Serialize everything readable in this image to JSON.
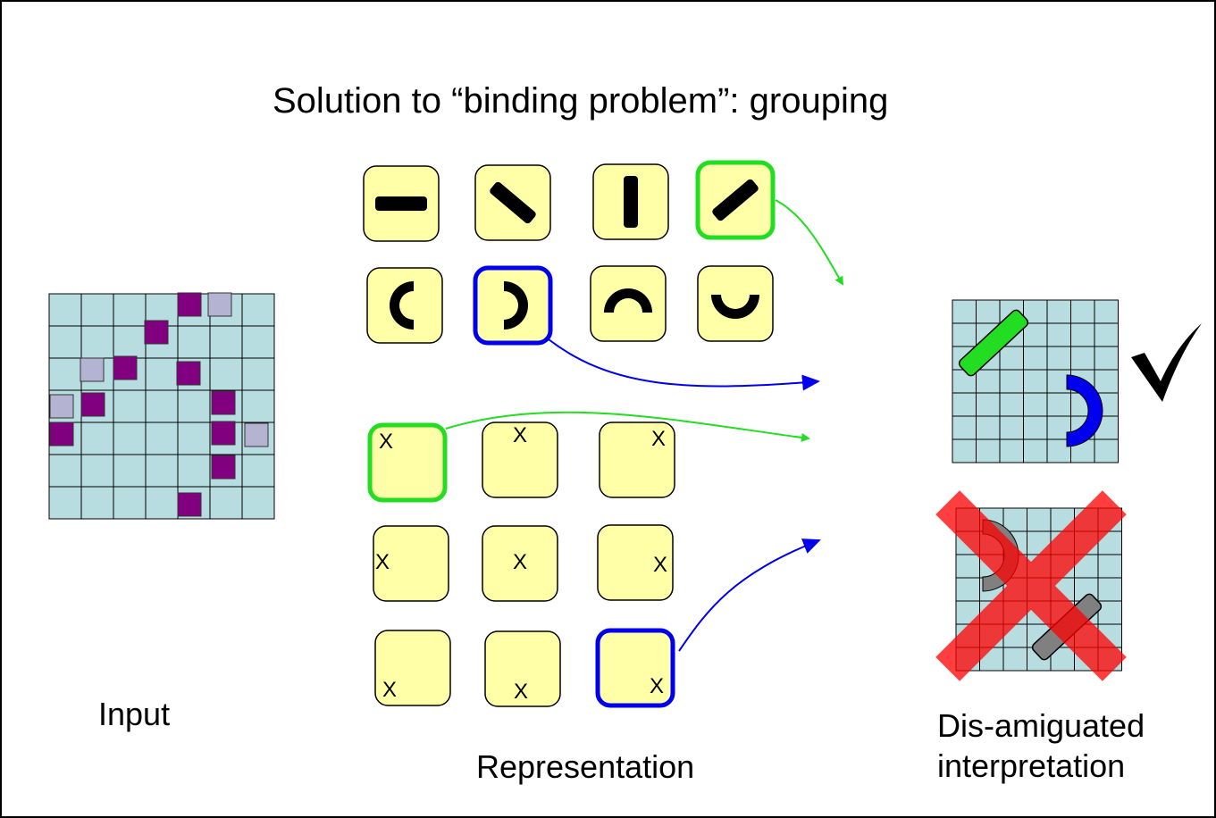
{
  "title": "Solution to “binding problem”: grouping",
  "input_label": "Input",
  "representation_label": "Representation",
  "interpretation_label": [
    "Dis-amiguated",
    "interpretation"
  ],
  "position_cell_glyph": "X",
  "colors": {
    "background": "#ffffff",
    "grid_fill": "#b8dde0",
    "grid_line": "#000000",
    "active_pixel": "#800080",
    "weak_pixel": "#b4b4d2",
    "cell_fill": "#ffffa8",
    "group_green": "#22dd22",
    "group_blue": "#0000ee",
    "shape_green": "#22dd22",
    "shape_blue": "#0000ee",
    "wrong_shape": "#808080",
    "cross": "#ff0000",
    "check": "#000000"
  },
  "feature_detectors": [
    {
      "feature": "horizontal-bar",
      "highlight": null
    },
    {
      "feature": "diagonal-bar-down",
      "highlight": null
    },
    {
      "feature": "vertical-bar",
      "highlight": null
    },
    {
      "feature": "diagonal-bar-up",
      "highlight": "green"
    },
    {
      "feature": "arc-open-right",
      "highlight": null
    },
    {
      "feature": "arc-open-left",
      "highlight": "blue"
    },
    {
      "feature": "arc-open-down",
      "highlight": null
    },
    {
      "feature": "arc-open-up",
      "highlight": null
    }
  ],
  "position_cells": [
    {
      "highlight": "green"
    },
    {
      "highlight": null
    },
    {
      "highlight": null
    },
    {
      "highlight": null
    },
    {
      "highlight": null
    },
    {
      "highlight": null
    },
    {
      "highlight": null
    },
    {
      "highlight": null
    },
    {
      "highlight": "blue"
    }
  ],
  "interpretations": [
    {
      "verdict": "correct",
      "icon": "checkmark-icon"
    },
    {
      "verdict": "wrong",
      "icon": "red-cross-icon"
    }
  ]
}
